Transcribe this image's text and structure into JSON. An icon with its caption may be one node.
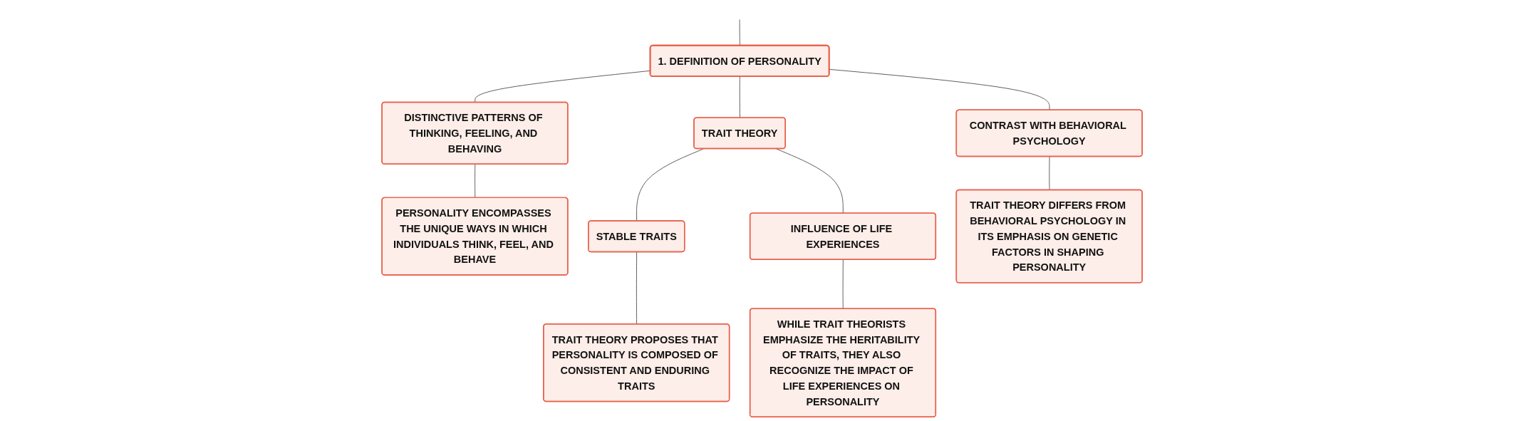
{
  "diagram": {
    "nodes": [
      {
        "text": [
          "1. DEFINITION OF PERSONALITY"
        ]
      },
      {
        "text": [
          "DISTINCTIVE PATTERNS OF THINKING, FEELING, AND BEHAVING"
        ]
      },
      {
        "text": [
          "TRAIT THEORY"
        ]
      },
      {
        "text": [
          "CONTRAST WITH BEHAVIORAL PSYCHOLOGY"
        ]
      },
      {
        "text": [
          "PERSONALITY ENCOMPASSES THE UNIQUE WAYS IN WHICH INDIVIDUALS THINK, FEEL, AND BEHAVE"
        ]
      },
      {
        "text": [
          "STABLE TRAITS"
        ]
      },
      {
        "text": [
          "INFLUENCE OF LIFE EXPERIENCES"
        ]
      },
      {
        "text": [
          "TRAIT THEORY PROPOSES THAT PERSONALITY IS COMPOSED OF CONSISTENT AND ENDURING TRAITS"
        ]
      },
      {
        "text": [
          "WHILE TRAIT THEORISTS EMPHASIZE THE HERITABILITY OF TRAITS, THEY ALSO RECOGNIZE THE IMPACT OF LIFE EXPERIENCES ON PERSONALITY"
        ]
      },
      {
        "text": [
          "TRAIT THEORY DIFFERS FROM BEHAVIORAL PSYCHOLOGY IN ITS EMPHASIS ON GENETIC FACTORS IN SHAPING PERSONALITY"
        ]
      }
    ],
    "edges": [
      {
        "from": null,
        "to": 0,
        "arrow": "none"
      },
      {
        "from": 0,
        "to": 1,
        "arrow": "none"
      },
      {
        "from": 0,
        "to": 2,
        "arrow": "none"
      },
      {
        "from": 0,
        "to": 3,
        "arrow": "none"
      },
      {
        "from": 1,
        "to": 4,
        "arrow": "none"
      },
      {
        "from": 2,
        "to": 5,
        "arrow": "none"
      },
      {
        "from": 2,
        "to": 6,
        "arrow": "none"
      },
      {
        "from": 5,
        "to": 7,
        "arrow": "none"
      },
      {
        "from": 6,
        "to": 8,
        "arrow": "none"
      },
      {
        "from": 3,
        "to": 9,
        "arrow": "none"
      }
    ]
  }
}
